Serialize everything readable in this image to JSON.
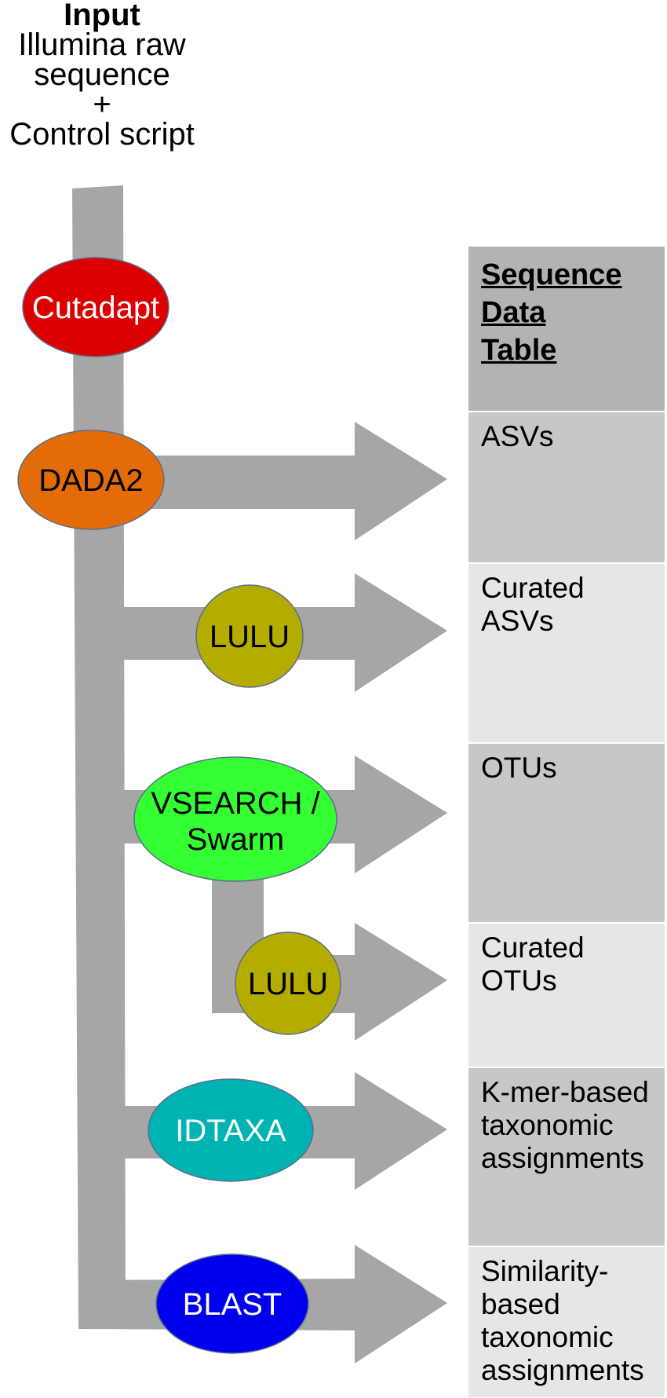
{
  "input": {
    "title": "Input",
    "line1": "Illumina raw",
    "line2": "sequence",
    "line3": "+",
    "line4": "Control script"
  },
  "tools": {
    "cutadapt": "Cutadapt",
    "dada2": "DADA2",
    "lulu_asv": "LULU",
    "vsearch_line1": "VSEARCH /",
    "vsearch_line2": "Swarm",
    "lulu_otu": "LULU",
    "idtaxa": "IDTAXA",
    "blast": "BLAST"
  },
  "table": {
    "header_line1": "Sequence",
    "header_line2": "Data",
    "header_line3": "Table",
    "asvs": "ASVs",
    "curated_asvs_line1": "Curated",
    "curated_asvs_line2": "ASVs",
    "otus": "OTUs",
    "curated_otus_line1": "Curated",
    "curated_otus_line2": "OTUs",
    "kmer_line1": "K-mer-based",
    "kmer_line2": "taxonomic",
    "kmer_line3": "assignments",
    "sim_line1": "Similarity-",
    "sim_line2": "based",
    "sim_line3": "taxonomic",
    "sim_line4": "assignments"
  },
  "colors": {
    "flow": "#a6a6a6",
    "cutadapt": "#dd0000",
    "dada2": "#e36c09",
    "lulu": "#b5ac00",
    "vsearch": "#33ff33",
    "idtaxa": "#00b3b3",
    "blast": "#0000ee"
  }
}
